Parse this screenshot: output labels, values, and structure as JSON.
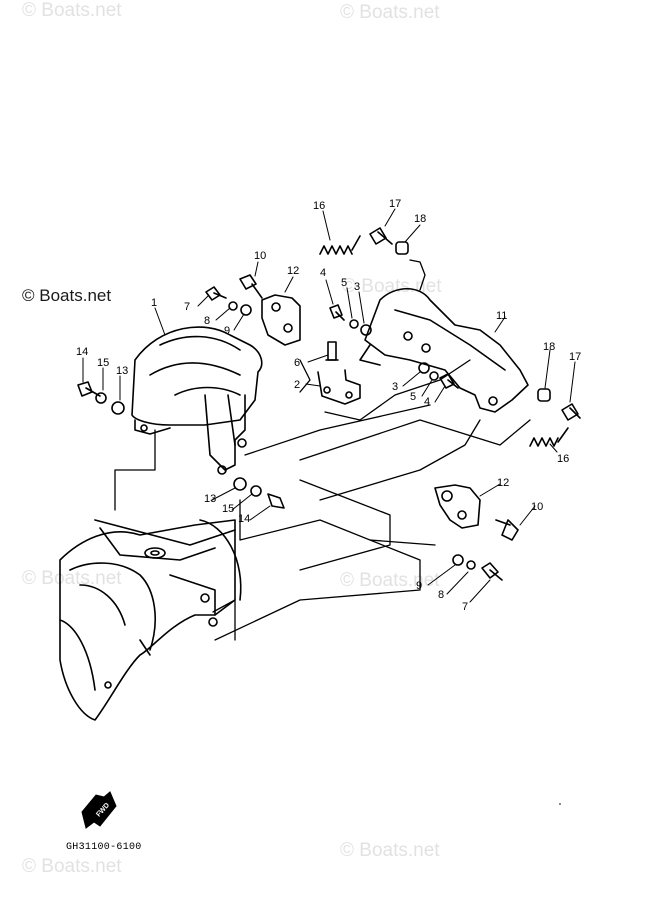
{
  "watermarks": {
    "text": "© Boats.net",
    "highlighted_text": "© Boats.net"
  },
  "callouts": {
    "c1": "1",
    "c2": "2",
    "c3a": "3",
    "c3b": "3",
    "c4a": "4",
    "c4b": "4",
    "c5a": "5",
    "c5b": "5",
    "c6": "6",
    "c7a": "7",
    "c7b": "7",
    "c8a": "8",
    "c8b": "8",
    "c9a": "9",
    "c9b": "9",
    "c10a": "10",
    "c10b": "10",
    "c11": "11",
    "c12a": "12",
    "c12b": "12",
    "c13a": "13",
    "c13b": "13",
    "c14a": "14",
    "c14b": "14",
    "c15a": "15",
    "c15b": "15",
    "c16a": "16",
    "c16b": "16",
    "c17a": "17",
    "c17b": "17",
    "c18a": "18",
    "c18b": "18"
  },
  "fwd_label": "FWD",
  "drawing_code": "GH31100-6100"
}
